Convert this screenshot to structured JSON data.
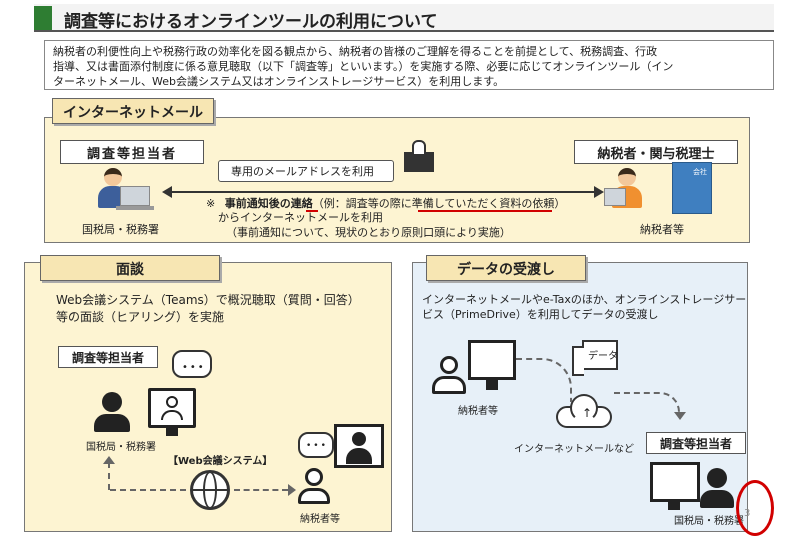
{
  "header": {
    "title": "調査等におけるオンラインツールの利用について",
    "intro": [
      "納税者の利便性向上や税務行政の効率化を図る観点から、納税者の皆様のご理解を得ることを前提として、税務調査、行政",
      "指導、又は書面添付制度に係る意見聴取（以下「調査等」といいます。）を実施する際、必要に応じてオンラインツール（イン",
      "ターネットメール、Web会議システム又はオンラインストレージサービス）を利用します。"
    ]
  },
  "mail": {
    "tab_label": "インターネットメール",
    "left_label": "調査等担当者",
    "left_caption": "国税局・税務署",
    "right_label": "納税者・関与税理士",
    "right_caption": "納税者等",
    "top_text": "専用のメールアドレスを利用",
    "note_mark": "※",
    "note_bold": "事前通知後の連絡",
    "note_example": "（例：調査等の際に準備していただく資料の依頼）",
    "note_line2": "からインターネットメールを利用",
    "note_line3": "（事前通知について、現状のとおり原則口頭により実施）",
    "building_sign": "会社"
  },
  "meeting": {
    "tab_label": "面談",
    "desc": [
      "Web会議システム（Teams）で概況聴取（質問・回答）",
      "等の面談（ヒアリング）を実施"
    ],
    "officer_label": "調査等担当者",
    "officer_caption": "国税局・税務署",
    "system_label": "【Web会議システム】",
    "taxpayer_caption": "納税者等"
  },
  "data_exchange": {
    "tab_label": "データの受渡し",
    "desc": [
      "インターネットメールやe-Taxのほか、オンラインストレージサー",
      "ビス（PrimeDrive）を利用してデータの受渡し"
    ],
    "taxpayer_caption": "納税者等",
    "folder_label": "データ",
    "cloud_caption": "インターネットメールなど",
    "officer_label": "調査等担当者",
    "officer_caption": "国税局・税務署"
  },
  "page_number": "3",
  "colors": {
    "title_accent": "#2e7d32",
    "panel_warm": "#fdf4d2",
    "panel_cool": "#e7f0f8",
    "annotation_red": "#d10000"
  }
}
